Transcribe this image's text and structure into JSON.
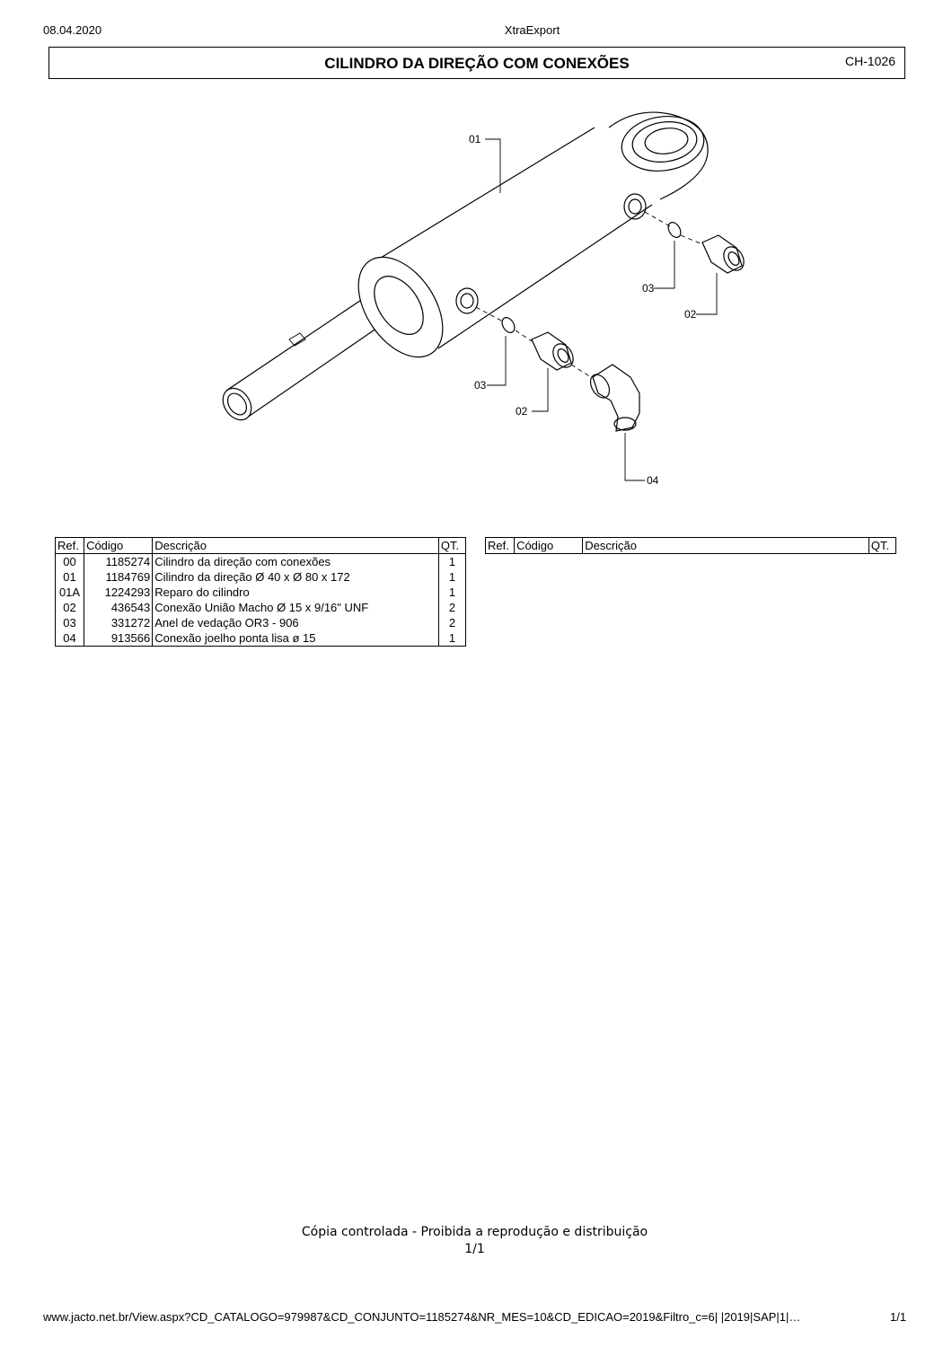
{
  "header": {
    "date": "08.04.2020",
    "app": "XtraExport"
  },
  "title": {
    "text": "CILINDRO DA DIREÇÃO COM CONEXÕES",
    "code": "CH-1026"
  },
  "diagram": {
    "callouts": {
      "c01": "01",
      "c03a": "03",
      "c02a": "02",
      "c03b": "03",
      "c02b": "02",
      "c04": "04"
    }
  },
  "table_headers": {
    "ref": "Ref.",
    "codigo": "Código",
    "descricao": "Descrição",
    "qt": "QT."
  },
  "parts": [
    {
      "ref": "00",
      "codigo": "1185274",
      "descricao": "Cilindro da direção com conexões",
      "qt": "1"
    },
    {
      "ref": "01",
      "codigo": "1184769",
      "descricao": "Cilindro da direção Ø 40 x Ø 80 x 172",
      "qt": "1"
    },
    {
      "ref": "01A",
      "codigo": "1224293",
      "descricao": "Reparo do cilindro",
      "qt": "1"
    },
    {
      "ref": "02",
      "codigo": "436543",
      "descricao": "Conexão União Macho Ø 15 x 9/16\" UNF",
      "qt": "2"
    },
    {
      "ref": "03",
      "codigo": "331272",
      "descricao": "Anel de vedação OR3 - 906",
      "qt": "2"
    },
    {
      "ref": "04",
      "codigo": "913566",
      "descricao": "Conexão joelho ponta lisa ø 15",
      "qt": "1"
    }
  ],
  "footer": {
    "notice": "Cópia controlada - Proibida a reprodução e distribuição",
    "page": "1/1",
    "url": "www.jacto.net.br/View.aspx?CD_CATALOGO=979987&CD_CONJUNTO=1185274&NR_MES=10&CD_EDICAO=2019&Filtro_c=6| |2019|SAP|1|…",
    "url_page": "1/1"
  }
}
